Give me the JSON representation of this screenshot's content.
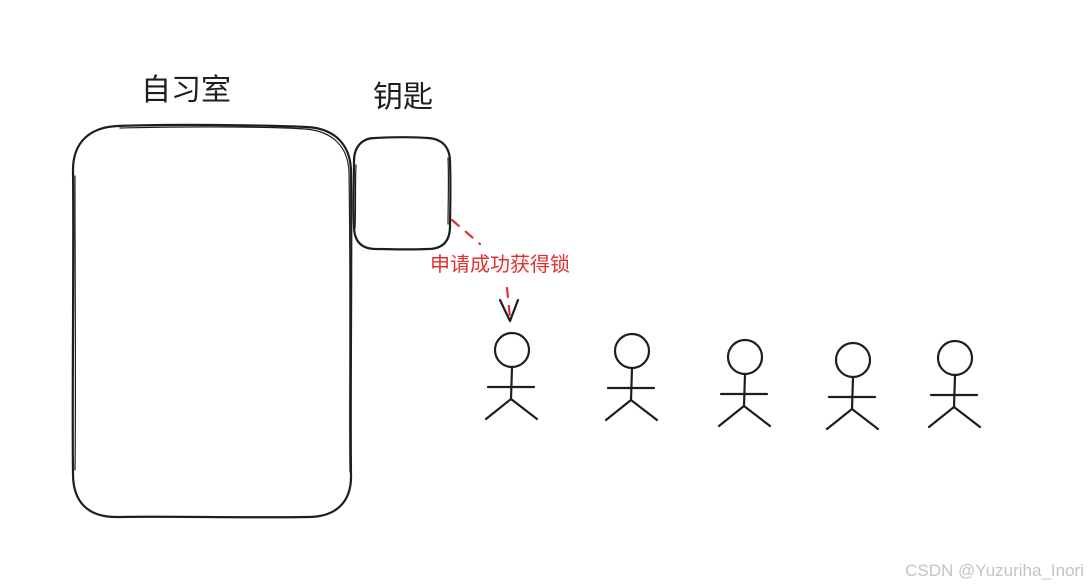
{
  "labels": {
    "study_room": "自习室",
    "key": "钥匙"
  },
  "annotation": {
    "text": "申请成功获得锁",
    "color": "#e03131"
  },
  "people_count": 5,
  "watermark": "CSDN @Yuzuriha_Inori",
  "stroke_color": "#1e1e1e"
}
